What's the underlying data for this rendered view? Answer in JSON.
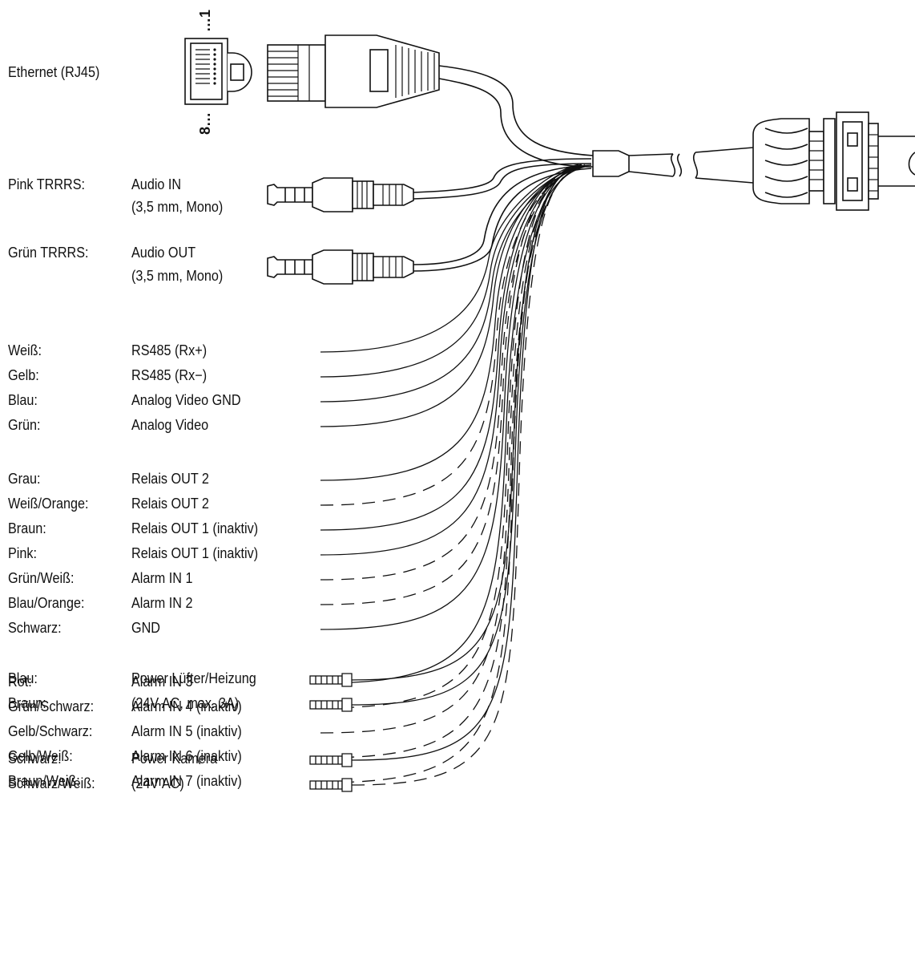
{
  "ethernet": {
    "label": "Ethernet (RJ45)",
    "pin_first": "1",
    "pin_last": "8"
  },
  "audio": [
    {
      "color": "Pink TRRRS:",
      "function": "Audio IN",
      "spec": "(3,5 mm, Mono)"
    },
    {
      "color": "Grün TRRRS:",
      "function": "Audio OUT",
      "spec": "(3,5 mm, Mono)"
    }
  ],
  "wires": [
    {
      "color": "Weiß:",
      "function": "RS485 (Rx+)",
      "dashed": false
    },
    {
      "color": "Gelb:",
      "function": "RS485 (Rx−)",
      "dashed": false
    },
    {
      "color": "Blau:",
      "function": "Analog Video GND",
      "dashed": false
    },
    {
      "color": "Grün:",
      "function": "Analog Video",
      "dashed": false
    },
    {
      "color": "Grau:",
      "function": "Relais OUT 2",
      "dashed": false
    },
    {
      "color": "Weiß/Orange:",
      "function": "Relais OUT 2",
      "dashed": true
    },
    {
      "color": "Braun:",
      "function": "Relais OUT 1 (inaktiv)",
      "dashed": false
    },
    {
      "color": "Pink:",
      "function": "Relais OUT 1 (inaktiv)",
      "dashed": false
    },
    {
      "color": "Grün/Weiß:",
      "function": "Alarm IN 1",
      "dashed": true
    },
    {
      "color": "Blau/Orange:",
      "function": "Alarm IN 2",
      "dashed": true
    },
    {
      "color": "Schwarz:",
      "function": "GND",
      "dashed": false
    },
    {
      "color": "Rot:",
      "function": "Alarm IN 3",
      "dashed": false
    },
    {
      "color": "Grün/Schwarz:",
      "function": "Alarm IN 4 (inaktiv)",
      "dashed": true
    },
    {
      "color": "Gelb/Schwarz:",
      "function": "Alarm IN 5 (inaktiv)",
      "dashed": true
    },
    {
      "color": "Gelb/Weiß:",
      "function": "Alarm IN 6 (inaktiv)",
      "dashed": true
    },
    {
      "color": "Braun/Weiß:",
      "function": "Alarm IN 7 (inaktiv)",
      "dashed": true
    }
  ],
  "power": [
    {
      "color": "Blau:",
      "function": "Power Lüfter/Heizung",
      "dashed": false
    },
    {
      "color": "Braun:",
      "function": "(24V AC, max. 3A)",
      "dashed": false
    },
    {
      "color": "Schwarz:",
      "function": "Power Kamera",
      "dashed": false
    },
    {
      "color": "Schwarz/Weiß:",
      "function": "(24V AC)",
      "dashed": true
    }
  ]
}
